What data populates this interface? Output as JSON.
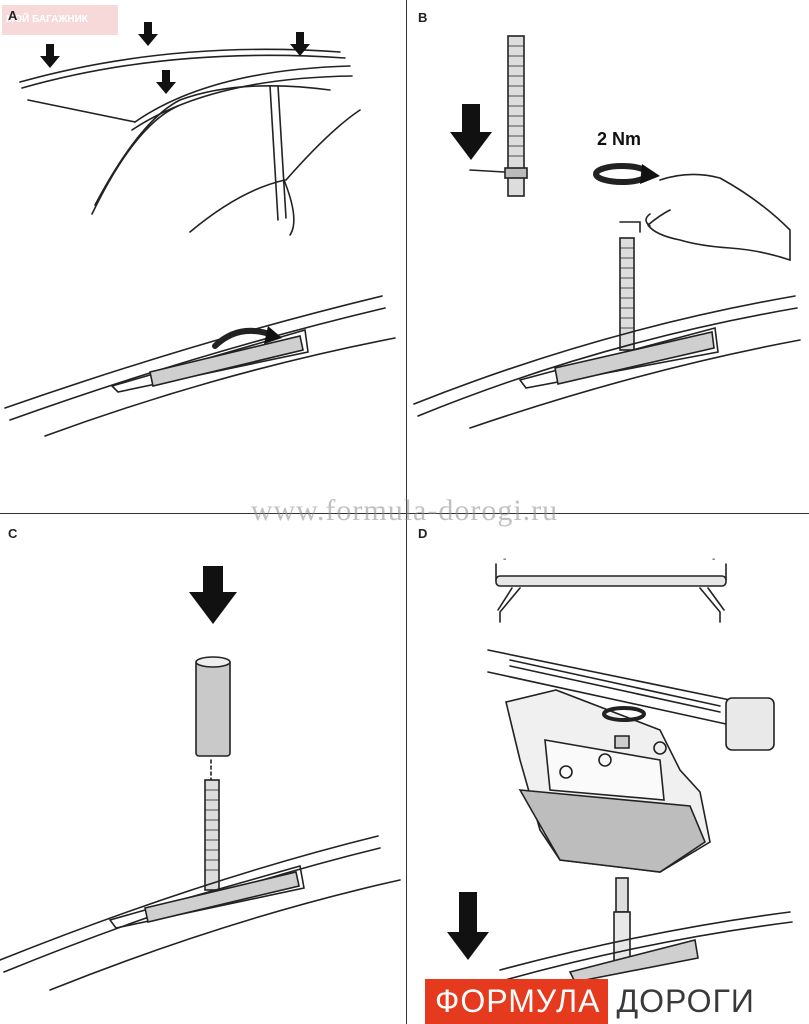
{
  "panels": [
    {
      "letter": "A"
    },
    {
      "letter": "B"
    },
    {
      "letter": "C"
    },
    {
      "letter": "D"
    }
  ],
  "badge": "МОЙ БАГАЖНИК",
  "watermark": "www.formula-dorogi.ru",
  "torque_label": "2 Nm",
  "logo": {
    "part1": "ФОРМУЛА",
    "part2": "ДОРОГИ",
    "accent": "#e63a1e"
  },
  "bar_end_marks": [
    "-",
    "-"
  ]
}
